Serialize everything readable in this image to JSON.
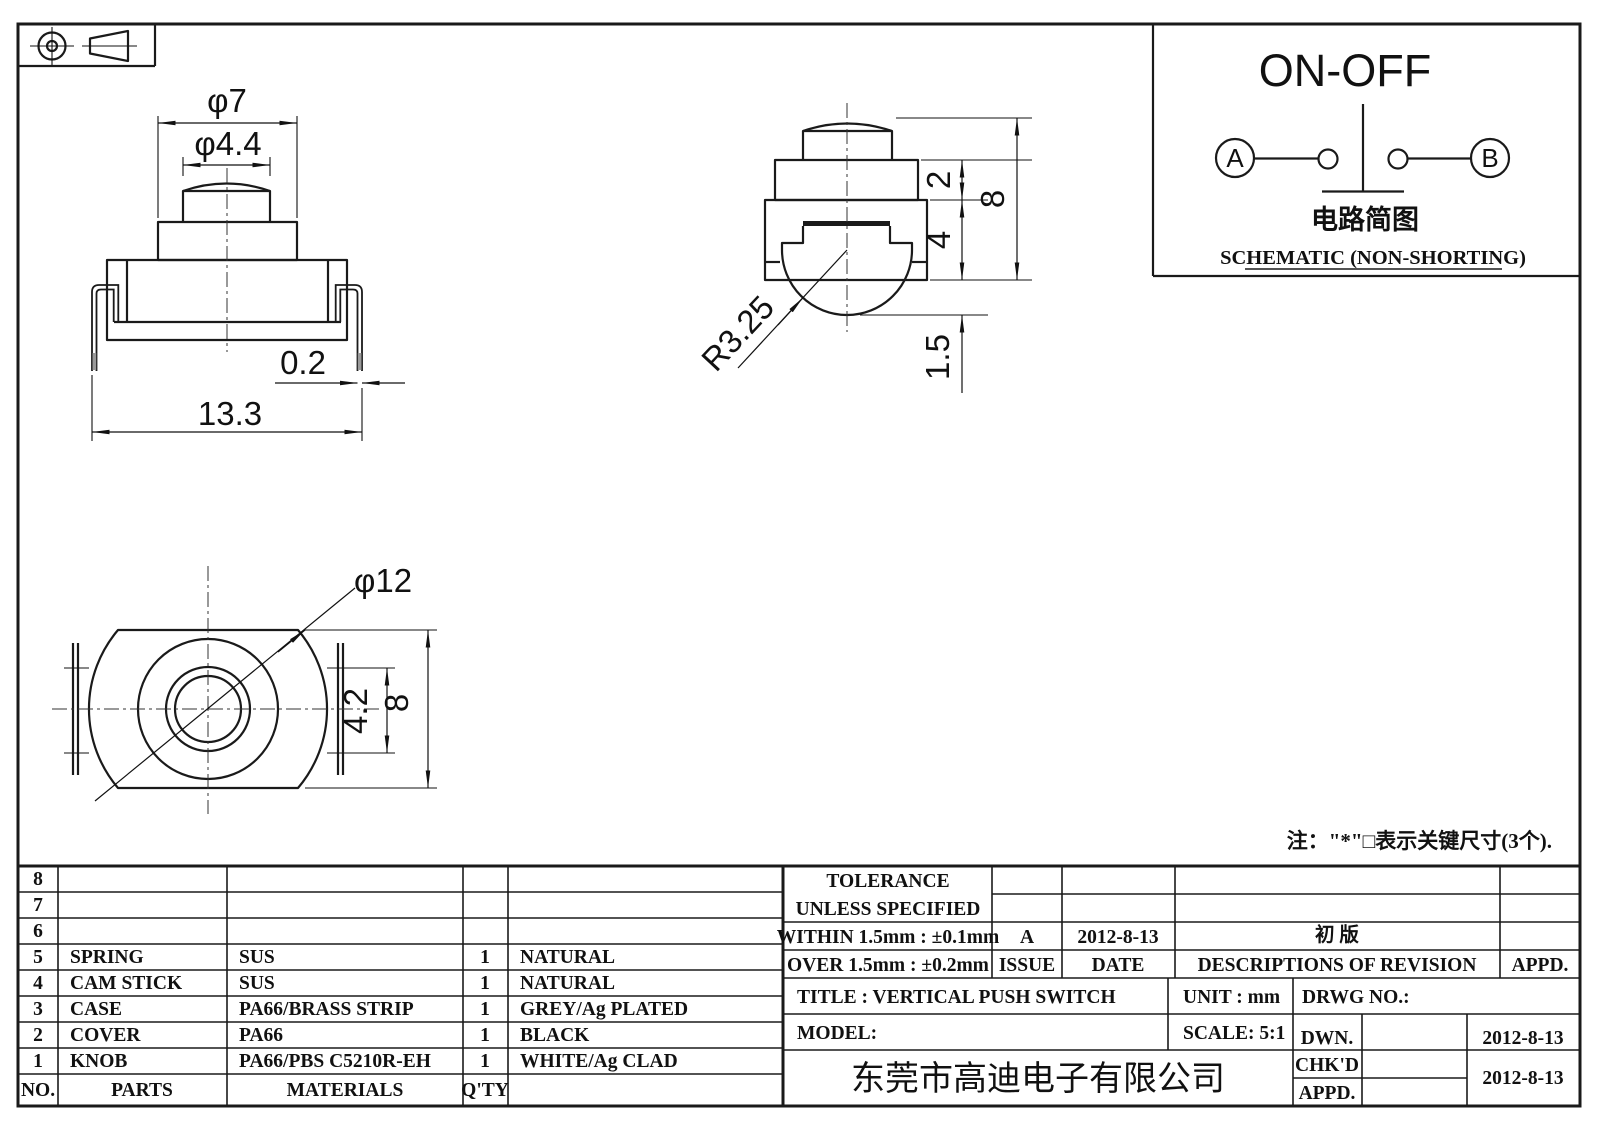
{
  "note": "注：\"*\"□表示关键尺寸(3个).",
  "views": {
    "front": {
      "dia7": "φ7",
      "dia44": "φ4.4",
      "t02": "0.2",
      "w133": "13.3"
    },
    "side": {
      "h2": "2",
      "h4": "4",
      "h8": "8",
      "h15": "1.5",
      "r325": "R3.25"
    },
    "top": {
      "dia12": "φ12",
      "h42": "4.2",
      "h8": "8"
    }
  },
  "schematic": {
    "title": "ON-OFF",
    "term_a": "A",
    "term_b": "B",
    "caption_cn": "电路简图",
    "caption_en": "SCHEMATIC (NON-SHORTING)"
  },
  "parts_table": {
    "col_no": "NO.",
    "col_parts": "PARTS",
    "col_materials": "MATERIALS",
    "col_qty": "Q'TY",
    "rows": [
      {
        "no": "8",
        "parts": "",
        "materials": "",
        "qty": "",
        "finish": ""
      },
      {
        "no": "7",
        "parts": "",
        "materials": "",
        "qty": "",
        "finish": ""
      },
      {
        "no": "6",
        "parts": "",
        "materials": "",
        "qty": "",
        "finish": ""
      },
      {
        "no": "5",
        "parts": "SPRING",
        "materials": "SUS",
        "qty": "1",
        "finish": "NATURAL"
      },
      {
        "no": "4",
        "parts": "CAM STICK",
        "materials": "SUS",
        "qty": "1",
        "finish": "NATURAL"
      },
      {
        "no": "3",
        "parts": "CASE",
        "materials": "PA66/BRASS STRIP",
        "qty": "1",
        "finish": "GREY/Ag PLATED"
      },
      {
        "no": "2",
        "parts": "COVER",
        "materials": "PA66",
        "qty": "1",
        "finish": "BLACK"
      },
      {
        "no": "1",
        "parts": "KNOB",
        "materials": "PA66/PBS C5210R-EH",
        "qty": "1",
        "finish": "WHITE/Ag CLAD"
      }
    ]
  },
  "tolerance_block": {
    "title1": "TOLERANCE",
    "title2": "UNLESS  SPECIFIED",
    "within": "WITHIN 1.5mm : ±0.1mm",
    "over": "OVER 1.5mm : ±0.2mm",
    "issue_value": "A",
    "issue_label": "ISSUE",
    "date_value": "2012-8-13",
    "date_label": "DATE",
    "revision_value": "初 版",
    "revision_label": "DESCRIPTIONS OF REVISION",
    "appd_label": "APPD."
  },
  "title_block": {
    "title": "TITLE :  VERTICAL PUSH SWITCH",
    "unit": "UNIT :  mm",
    "drwg_no": "DRWG NO.:",
    "model": "MODEL:",
    "scale": "SCALE:  5:1",
    "company": "东莞市高迪电子有限公司",
    "dwn": "DWN.",
    "chkd": "CHK'D",
    "appd": "APPD.",
    "dwn_date": "2012-8-13",
    "chkd_date": "2012-8-13"
  }
}
